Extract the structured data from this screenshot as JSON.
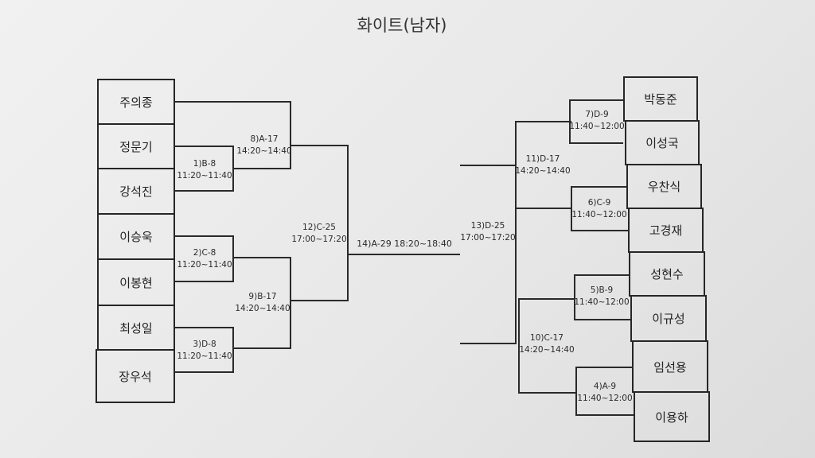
{
  "title": "화이트(남자)",
  "left_players": [
    "주의종",
    "정문기",
    "강석진",
    "이승욱",
    "이봉현",
    "최성일",
    "장우석"
  ],
  "right_players": [
    "박동준",
    "이성국",
    "우찬식",
    "고경재",
    "성현수",
    "이규성",
    "임선용",
    "이용하"
  ],
  "matches": {
    "m1": {
      "code": "1)B-8",
      "time": "11:20~11:40"
    },
    "m2": {
      "code": "2)C-8",
      "time": "11:20~11:40"
    },
    "m3": {
      "code": "3)D-8",
      "time": "11:20~11:40"
    },
    "m4": {
      "code": "4)A-9",
      "time": "11:40~12:00"
    },
    "m5": {
      "code": "5)B-9",
      "time": "11:40~12:00"
    },
    "m6": {
      "code": "6)C-9",
      "time": "11:40~12:00"
    },
    "m7": {
      "code": "7)D-9",
      "time": "11:40~12:00"
    },
    "m8": {
      "code": "8)A-17",
      "time": "14:20~14:40"
    },
    "m9": {
      "code": "9)B-17",
      "time": "14:20~14:40"
    },
    "m10": {
      "code": "10)C-17",
      "time": "14:20~14:40"
    },
    "m11": {
      "code": "11)D-17",
      "time": "14:20~14:40"
    },
    "m12": {
      "code": "12)C-25",
      "time": "17:00~17:20"
    },
    "m13": {
      "code": "13)D-25",
      "time": "17:00~17:20"
    },
    "m14": {
      "code": "14)A-29",
      "time": "18:20~18:40"
    }
  }
}
